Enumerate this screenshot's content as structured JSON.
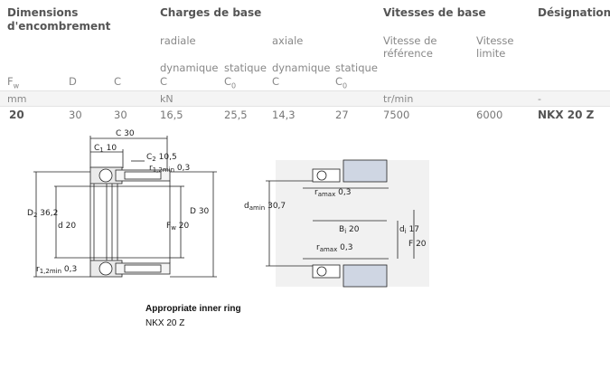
{
  "headers": {
    "dimensions": "Dimensions",
    "dimensions_2": "d'encombrement",
    "charges": "Charges de base",
    "vitesses": "Vitesses de base",
    "designation": "Désignation"
  },
  "subheaders": {
    "radiale": "radiale",
    "axiale": "axiale",
    "vitesse_ref_1": "Vitesse de",
    "vitesse_ref_2": "référence",
    "vitesse_lim_1": "Vitesse",
    "vitesse_lim_2": "limite"
  },
  "columns": {
    "fw": "F",
    "fw_sub": "w",
    "d": "D",
    "c": "C",
    "dyn1": "dynamique",
    "dyn1_sym": "C",
    "stat1": "statique",
    "stat1_sym": "C",
    "stat1_sub": "0",
    "dyn2": "dynamique",
    "dyn2_sym": "C",
    "stat2": "statique",
    "stat2_sym": "C",
    "stat2_sub": "0"
  },
  "units": {
    "mm": "mm",
    "kn": "kN",
    "trmin": "tr/min",
    "dash": "-"
  },
  "row": {
    "fw": "20",
    "d": "30",
    "c": "30",
    "c_dyn_rad": "16,5",
    "c0_rad": "25,5",
    "c_dyn_ax": "14,3",
    "c0_ax": "27",
    "v_ref": "7500",
    "v_lim": "6000",
    "designation": "NKX 20 Z"
  },
  "drawing_labels": {
    "c": "C",
    "c_val": "30",
    "c1": "C",
    "c1_sub": "1",
    "c1_val": "10",
    "c2": "C",
    "c2_sub": "2",
    "c2_val": "10,5",
    "r12": "r",
    "r12_sub": "1,2min",
    "r12_val": "0,3",
    "d2": "D",
    "d2_sub": "2",
    "d2_val": "36,2",
    "d": "d",
    "d_val": "20",
    "fw": "F",
    "fw_sub": "w",
    "fw_val": "20",
    "dd": "D",
    "dd_val": "30",
    "r12b": "r",
    "r12b_sub": "1,2min",
    "r12b_val": "0,3"
  },
  "abutment_labels": {
    "damin": "d",
    "damin_sub": "amin",
    "damin_val": "30,7",
    "ramax": "r",
    "ramax_sub": "amax",
    "ramax_val": "0,3",
    "bi": "B",
    "bi_sub": "i",
    "bi_val": "20",
    "ramax2": "r",
    "ramax2_sub": "amax",
    "ramax2_val": "0,3",
    "di": "d",
    "di_sub": "i",
    "di_val": "17",
    "f": "F",
    "f_val": "20"
  },
  "inner_ring": {
    "title": "Appropriate inner ring",
    "designation": "NKX 20 Z"
  }
}
